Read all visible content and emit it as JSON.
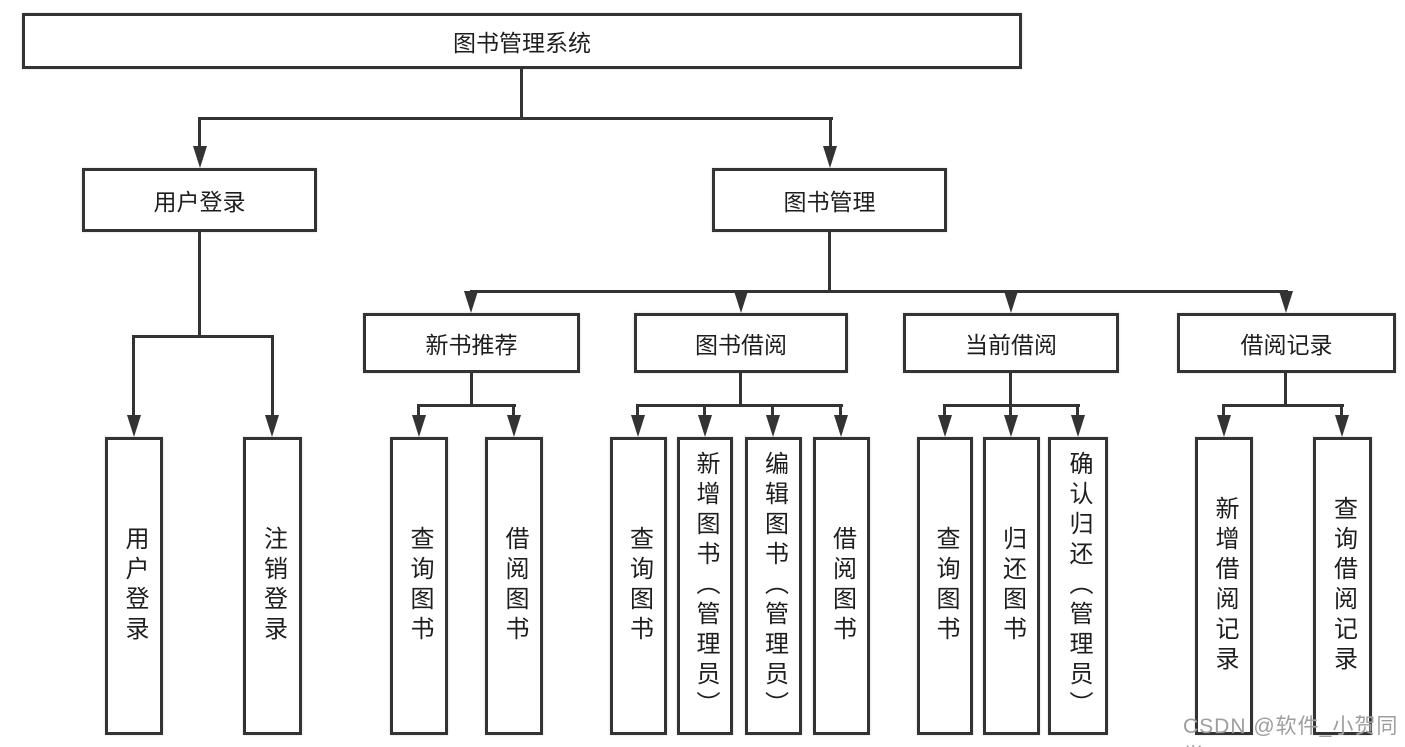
{
  "root_label": "图书管理系统",
  "level2": [
    {
      "label": "用户登录"
    },
    {
      "label": "图书管理"
    }
  ],
  "level3": [
    {
      "label": "新书推荐"
    },
    {
      "label": "图书借阅"
    },
    {
      "label": "当前借阅"
    },
    {
      "label": "借阅记录"
    }
  ],
  "leaves": [
    {
      "label": "用户登录"
    },
    {
      "label": "注销登录"
    },
    {
      "label": "查询图书"
    },
    {
      "label": "借阅图书"
    },
    {
      "label": "查询图书"
    },
    {
      "label": "新增图书（管理员）"
    },
    {
      "label": "编辑图书（管理员）"
    },
    {
      "label": "借阅图书"
    },
    {
      "label": "查询图书"
    },
    {
      "label": "归还图书"
    },
    {
      "label": "确认归还（管理员）"
    },
    {
      "label": "新增借阅记录"
    },
    {
      "label": "查询借阅记录"
    }
  ],
  "watermark": "CSDN @软件_小贺同学",
  "colors": {
    "line": "#333333",
    "text": "#1e1e1e",
    "watermark": "#9e9e9e",
    "background": "#ffffff"
  }
}
